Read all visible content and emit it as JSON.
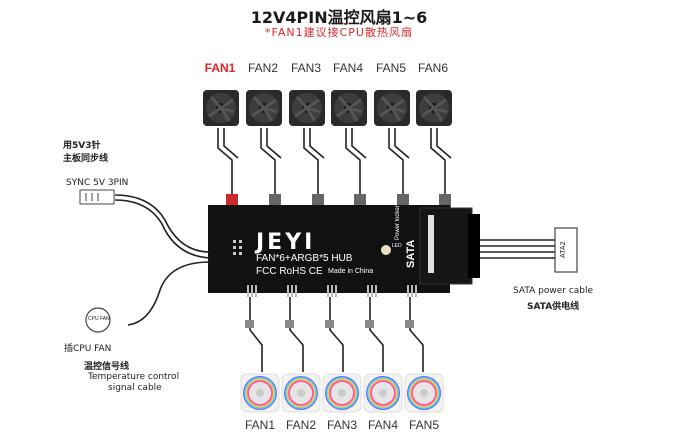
{
  "header": {
    "title": "12V4PIN温控风扇1~6",
    "subtitle": "*FAN1建议接CPU散热风扇"
  },
  "top_fans": {
    "labels": [
      "FAN1",
      "FAN2",
      "FAN3",
      "FAN4",
      "FAN5",
      "FAN6"
    ],
    "highlight": "FAN1",
    "highlight_color": "#e0262b"
  },
  "bottom_fans": {
    "labels": [
      "FAN1",
      "FAN2",
      "FAN3",
      "FAN4",
      "FAN5"
    ]
  },
  "left_notes": {
    "sync_cn_line1": "用5V3针",
    "sync_cn_line2": "主板同步线",
    "sync_connector": "SYNC 5V 3PIN",
    "cpu_fan_badge": "CPU FAN",
    "cpu_fan_label": "插CPU FAN",
    "temp_cn": "温控信号线",
    "temp_en_line1": "Temperature control",
    "temp_en_line2": "signal cable"
  },
  "hub": {
    "brand": "JEYI",
    "model": "FAN*6+ARGB*5 HUB",
    "cert": "FCC RoHS CE",
    "origin": "Made in China",
    "led": "LED",
    "power_locker": "Power locker",
    "sata": "SATA",
    "color": "#111111"
  },
  "right_notes": {
    "sata_en": "SATA power cable",
    "sata_cn": "SATA供电线",
    "connector_label": "ATA2"
  }
}
